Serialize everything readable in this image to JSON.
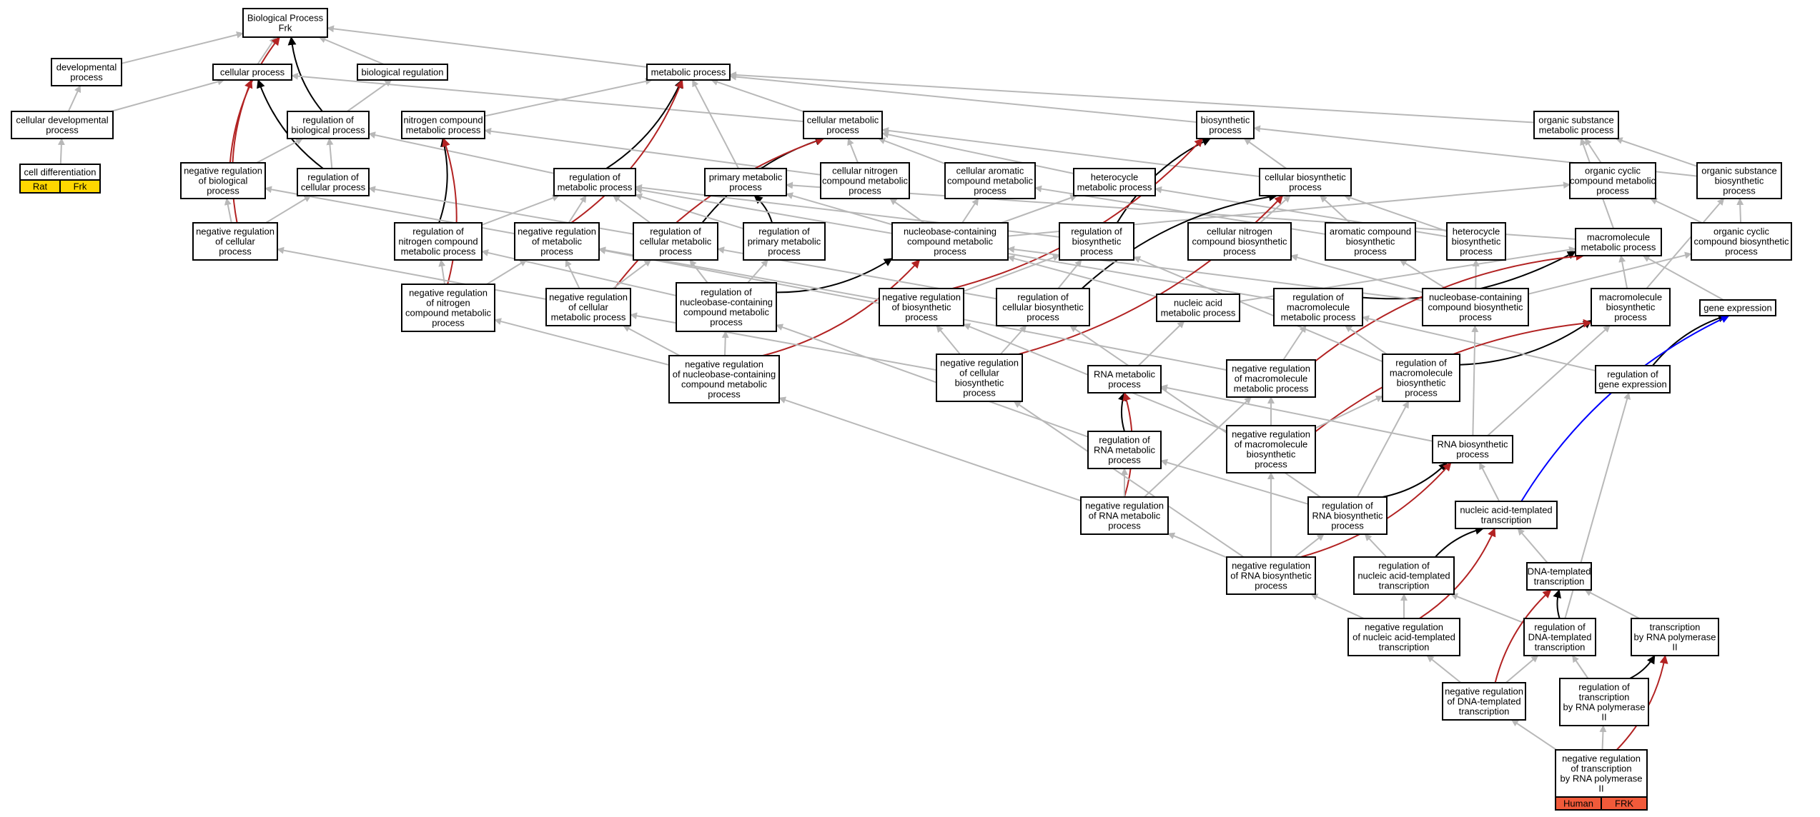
{
  "colors": {
    "is_a": "#b8b8b8",
    "part_of": "#000000",
    "negatively_regulates": "#b22222",
    "regulates": "#0000ff",
    "badge_yellow": "#ffd700",
    "badge_red": "#f15a3a"
  },
  "nodes": {
    "bp": {
      "lines": [
        "Biological Process",
        "Frk"
      ]
    },
    "dev": {
      "lines": [
        "developmental",
        "process"
      ]
    },
    "cellp": {
      "lines": [
        "cellular process"
      ]
    },
    "biorg": {
      "lines": [
        "biological regulation"
      ]
    },
    "cdp": {
      "lines": [
        "cellular developmental",
        "process"
      ]
    },
    "regbp": {
      "lines": [
        "regulation of",
        "biological process"
      ]
    },
    "celldiff": {
      "lines": [
        "cell differentiation"
      ],
      "badges": [
        "Rat",
        "Frk"
      ]
    },
    "nrbp": {
      "lines": [
        "negative regulation",
        "of biological",
        "process"
      ]
    },
    "rcp": {
      "lines": [
        "regulation of",
        "cellular process"
      ]
    },
    "nrcp": {
      "lines": [
        "negative regulation",
        "of cellular",
        "process"
      ]
    },
    "metp": {
      "lines": [
        "metabolic process"
      ]
    },
    "ncmp": {
      "lines": [
        "nitrogen compound",
        "metabolic process"
      ]
    },
    "cmp": {
      "lines": [
        "cellular metabolic",
        "process"
      ]
    },
    "rmp": {
      "lines": [
        "regulation of",
        "metabolic process"
      ]
    },
    "pmp": {
      "lines": [
        "primary metabolic",
        "process"
      ]
    },
    "cncmp": {
      "lines": [
        "cellular nitrogen",
        "compound metabolic",
        "process"
      ]
    },
    "camp": {
      "lines": [
        "cellular aromatic",
        "compound metabolic",
        "process"
      ]
    },
    "hmp": {
      "lines": [
        "heterocycle",
        "metabolic process"
      ]
    },
    "rncmp": {
      "lines": [
        "regulation of",
        "nitrogen compound",
        "metabolic process"
      ]
    },
    "nrmp": {
      "lines": [
        "negative regulation",
        "of metabolic",
        "process"
      ]
    },
    "rcmp": {
      "lines": [
        "regulation of",
        "cellular metabolic",
        "process"
      ]
    },
    "rpmp": {
      "lines": [
        "regulation of",
        "primary metabolic",
        "process"
      ]
    },
    "nrncmp": {
      "lines": [
        "negative regulation",
        "of nitrogen",
        "compound metabolic",
        "process"
      ]
    },
    "nrcmp": {
      "lines": [
        "negative regulation",
        "of cellular",
        "metabolic process"
      ]
    },
    "rnbcmp": {
      "lines": [
        "regulation of",
        "nucleobase-containing",
        "compound metabolic",
        "process"
      ]
    },
    "nrnbcmp": {
      "lines": [
        "negative regulation",
        "of nucleobase-containing",
        "compound metabolic",
        "process"
      ]
    },
    "biosyn": {
      "lines": [
        "biosynthetic",
        "process"
      ]
    },
    "osmp": {
      "lines": [
        "organic substance",
        "metabolic process"
      ]
    },
    "cbp": {
      "lines": [
        "cellular biosynthetic",
        "process"
      ]
    },
    "occmp": {
      "lines": [
        "organic cyclic",
        "compound metabolic",
        "process"
      ]
    },
    "osbp": {
      "lines": [
        "organic substance",
        "biosynthetic",
        "process"
      ]
    },
    "nbcmp": {
      "lines": [
        "nucleobase-containing",
        "compound metabolic",
        "process"
      ]
    },
    "rbp": {
      "lines": [
        "regulation of",
        "biosynthetic",
        "process"
      ]
    },
    "cncbp": {
      "lines": [
        "cellular nitrogen",
        "compound biosynthetic",
        "process"
      ]
    },
    "acbp": {
      "lines": [
        "aromatic compound",
        "biosynthetic",
        "process"
      ]
    },
    "hbp": {
      "lines": [
        "heterocycle",
        "biosynthetic",
        "process"
      ]
    },
    "mmp": {
      "lines": [
        "macromolecule",
        "metabolic process"
      ]
    },
    "occbp": {
      "lines": [
        "organic cyclic",
        "compound biosynthetic",
        "process"
      ]
    },
    "nrbsp": {
      "lines": [
        "negative regulation",
        "of biosynthetic",
        "process"
      ]
    },
    "rcbp": {
      "lines": [
        "regulation of",
        "cellular biosynthetic",
        "process"
      ]
    },
    "namp": {
      "lines": [
        "nucleic acid",
        "metabolic process"
      ]
    },
    "rmmp": {
      "lines": [
        "regulation of",
        "macromolecule",
        "metabolic process"
      ]
    },
    "nbccbp": {
      "lines": [
        "nucleobase-containing",
        "compound biosynthetic",
        "process"
      ]
    },
    "mbp": {
      "lines": [
        "macromolecule",
        "biosynthetic",
        "process"
      ]
    },
    "ge": {
      "lines": [
        "gene expression"
      ]
    },
    "nrcbp": {
      "lines": [
        "negative regulation",
        "of cellular",
        "biosynthetic",
        "process"
      ]
    },
    "rnamp": {
      "lines": [
        "RNA metabolic",
        "process"
      ]
    },
    "nrmmp": {
      "lines": [
        "negative regulation",
        "of macromolecule",
        "metabolic process"
      ]
    },
    "rmbp": {
      "lines": [
        "regulation of",
        "macromolecule",
        "biosynthetic",
        "process"
      ]
    },
    "rge": {
      "lines": [
        "regulation of",
        "gene expression"
      ]
    },
    "rrnamp": {
      "lines": [
        "regulation of",
        "RNA metabolic",
        "process"
      ]
    },
    "nrmbp": {
      "lines": [
        "negative regulation",
        "of macromolecule",
        "biosynthetic",
        "process"
      ]
    },
    "rnabp": {
      "lines": [
        "RNA biosynthetic",
        "process"
      ]
    },
    "nrrnamp": {
      "lines": [
        "negative regulation",
        "of RNA metabolic",
        "process"
      ]
    },
    "rrnabp": {
      "lines": [
        "regulation of",
        "RNA biosynthetic",
        "process"
      ]
    },
    "nat": {
      "lines": [
        "nucleic acid-templated",
        "transcription"
      ]
    },
    "nrrnabp": {
      "lines": [
        "negative regulation",
        "of RNA biosynthetic",
        "process"
      ]
    },
    "rnat": {
      "lines": [
        "regulation of",
        "nucleic acid-templated",
        "transcription"
      ]
    },
    "dtt": {
      "lines": [
        "DNA-templated",
        "transcription"
      ]
    },
    "nrnat": {
      "lines": [
        "negative regulation",
        "of nucleic acid-templated",
        "transcription"
      ]
    },
    "rdtt": {
      "lines": [
        "regulation of",
        "DNA-templated",
        "transcription"
      ]
    },
    "trp2": {
      "lines": [
        "transcription",
        "by RNA polymerase",
        "II"
      ]
    },
    "nrdtt": {
      "lines": [
        "negative regulation",
        "of DNA-templated",
        "transcription"
      ]
    },
    "rtrp2": {
      "lines": [
        "regulation of",
        "transcription",
        "by RNA polymerase",
        "II"
      ]
    },
    "nrtrp2": {
      "lines": [
        "negative regulation",
        "of transcription",
        "by RNA polymerase",
        "II"
      ],
      "badges": [
        "Human",
        "FRK"
      ]
    }
  },
  "edges": [
    [
      "dev",
      "bp",
      "is_a"
    ],
    [
      "cellp",
      "bp",
      "is_a"
    ],
    [
      "biorg",
      "bp",
      "is_a"
    ],
    [
      "metp",
      "bp",
      "is_a"
    ],
    [
      "cdp",
      "dev",
      "is_a"
    ],
    [
      "cdp",
      "cellp",
      "is_a"
    ],
    [
      "celldiff",
      "cdp",
      "is_a"
    ],
    [
      "regbp",
      "bp",
      "part_of"
    ],
    [
      "regbp",
      "biorg",
      "is_a"
    ],
    [
      "rcp",
      "cellp",
      "part_of"
    ],
    [
      "rcp",
      "regbp",
      "is_a"
    ],
    [
      "nrbp",
      "bp",
      "negatively_regulates"
    ],
    [
      "nrbp",
      "regbp",
      "is_a"
    ],
    [
      "nrcp",
      "cellp",
      "negatively_regulates"
    ],
    [
      "nrcp",
      "rcp",
      "is_a"
    ],
    [
      "nrcp",
      "nrbp",
      "is_a"
    ],
    [
      "cmp",
      "cellp",
      "is_a"
    ],
    [
      "cmp",
      "metp",
      "is_a"
    ],
    [
      "ncmp",
      "metp",
      "is_a"
    ],
    [
      "pmp",
      "metp",
      "is_a"
    ],
    [
      "osmp",
      "metp",
      "is_a"
    ],
    [
      "biosyn",
      "metp",
      "is_a"
    ],
    [
      "rmp",
      "metp",
      "part_of"
    ],
    [
      "rmp",
      "regbp",
      "is_a"
    ],
    [
      "cncmp",
      "cmp",
      "is_a"
    ],
    [
      "camp",
      "cmp",
      "is_a"
    ],
    [
      "hmp",
      "cmp",
      "is_a"
    ],
    [
      "cncmp",
      "ncmp",
      "is_a"
    ],
    [
      "rncmp",
      "ncmp",
      "part_of"
    ],
    [
      "rncmp",
      "rmp",
      "is_a"
    ],
    [
      "nrmp",
      "metp",
      "negatively_regulates"
    ],
    [
      "nrmp",
      "rmp",
      "is_a"
    ],
    [
      "nrmp",
      "nrbp",
      "is_a"
    ],
    [
      "rcmp",
      "cmp",
      "part_of"
    ],
    [
      "rcmp",
      "rmp",
      "is_a"
    ],
    [
      "rcmp",
      "rcp",
      "is_a"
    ],
    [
      "rpmp",
      "pmp",
      "part_of"
    ],
    [
      "rpmp",
      "rmp",
      "is_a"
    ],
    [
      "nrncmp",
      "ncmp",
      "negatively_regulates"
    ],
    [
      "nrncmp",
      "rncmp",
      "is_a"
    ],
    [
      "nrncmp",
      "nrmp",
      "is_a"
    ],
    [
      "nrcmp",
      "cmp",
      "negatively_regulates"
    ],
    [
      "nrcmp",
      "rcmp",
      "is_a"
    ],
    [
      "nrcmp",
      "nrmp",
      "is_a"
    ],
    [
      "nrcmp",
      "nrcp",
      "is_a"
    ],
    [
      "nbcmp",
      "cncmp",
      "is_a"
    ],
    [
      "nbcmp",
      "camp",
      "is_a"
    ],
    [
      "nbcmp",
      "hmp",
      "is_a"
    ],
    [
      "nbcmp",
      "pmp",
      "is_a"
    ],
    [
      "nbcmp",
      "occmp",
      "is_a"
    ],
    [
      "rnbcmp",
      "nbcmp",
      "part_of"
    ],
    [
      "rnbcmp",
      "rcmp",
      "is_a"
    ],
    [
      "rnbcmp",
      "rpmp",
      "is_a"
    ],
    [
      "rnbcmp",
      "rncmp",
      "is_a"
    ],
    [
      "nrnbcmp",
      "nbcmp",
      "negatively_regulates"
    ],
    [
      "nrnbcmp",
      "rnbcmp",
      "is_a"
    ],
    [
      "nrnbcmp",
      "nrcmp",
      "is_a"
    ],
    [
      "nrnbcmp",
      "nrncmp",
      "is_a"
    ],
    [
      "cbp",
      "biosyn",
      "is_a"
    ],
    [
      "cbp",
      "cmp",
      "is_a"
    ],
    [
      "occmp",
      "osmp",
      "is_a"
    ],
    [
      "osbp",
      "osmp",
      "is_a"
    ],
    [
      "osbp",
      "biosyn",
      "is_a"
    ],
    [
      "rbp",
      "biosyn",
      "part_of"
    ],
    [
      "rbp",
      "rmp",
      "is_a"
    ],
    [
      "cncbp",
      "cbp",
      "is_a"
    ],
    [
      "acbp",
      "cbp",
      "is_a"
    ],
    [
      "hbp",
      "cbp",
      "is_a"
    ],
    [
      "hbp",
      "hmp",
      "is_a"
    ],
    [
      "acbp",
      "camp",
      "is_a"
    ],
    [
      "mmp",
      "osmp",
      "is_a"
    ],
    [
      "mmp",
      "pmp",
      "is_a"
    ],
    [
      "occbp",
      "occmp",
      "is_a"
    ],
    [
      "occbp",
      "osbp",
      "is_a"
    ],
    [
      "nrbsp",
      "biosyn",
      "negatively_regulates"
    ],
    [
      "nrbsp",
      "rbp",
      "is_a"
    ],
    [
      "nrbsp",
      "nrmp",
      "is_a"
    ],
    [
      "rcbp",
      "cbp",
      "part_of"
    ],
    [
      "rcbp",
      "rbp",
      "is_a"
    ],
    [
      "rcbp",
      "rcmp",
      "is_a"
    ],
    [
      "namp",
      "nbcmp",
      "is_a"
    ],
    [
      "namp",
      "mmp",
      "is_a"
    ],
    [
      "rmmp",
      "mmp",
      "part_of"
    ],
    [
      "rmmp",
      "rmp",
      "is_a"
    ],
    [
      "nbccbp",
      "nbcmp",
      "is_a"
    ],
    [
      "nbccbp",
      "cncbp",
      "is_a"
    ],
    [
      "nbccbp",
      "acbp",
      "is_a"
    ],
    [
      "nbccbp",
      "hbp",
      "is_a"
    ],
    [
      "nbccbp",
      "occbp",
      "is_a"
    ],
    [
      "mbp",
      "mmp",
      "is_a"
    ],
    [
      "mbp",
      "osbp",
      "is_a"
    ],
    [
      "ge",
      "mmp",
      "is_a"
    ],
    [
      "nrcbp",
      "cbp",
      "negatively_regulates"
    ],
    [
      "nrcbp",
      "rcbp",
      "is_a"
    ],
    [
      "nrcbp",
      "nrbsp",
      "is_a"
    ],
    [
      "nrcbp",
      "nrcmp",
      "is_a"
    ],
    [
      "rnamp",
      "namp",
      "is_a"
    ],
    [
      "nrmmp",
      "mmp",
      "negatively_regulates"
    ],
    [
      "nrmmp",
      "rmmp",
      "is_a"
    ],
    [
      "nrmmp",
      "nrmp",
      "is_a"
    ],
    [
      "rmbp",
      "mbp",
      "part_of"
    ],
    [
      "rmbp",
      "rmmp",
      "is_a"
    ],
    [
      "rmbp",
      "rbp",
      "is_a"
    ],
    [
      "rge",
      "ge",
      "part_of"
    ],
    [
      "rge",
      "rmmp",
      "is_a"
    ],
    [
      "rrnamp",
      "rnamp",
      "part_of"
    ],
    [
      "rrnamp",
      "rnbcmp",
      "is_a"
    ],
    [
      "nrmbp",
      "mbp",
      "negatively_regulates"
    ],
    [
      "nrmbp",
      "rmbp",
      "is_a"
    ],
    [
      "nrmbp",
      "nrmmp",
      "is_a"
    ],
    [
      "nrmbp",
      "nrbsp",
      "is_a"
    ],
    [
      "rnabp",
      "rnamp",
      "is_a"
    ],
    [
      "rnabp",
      "nbccbp",
      "is_a"
    ],
    [
      "rnabp",
      "mbp",
      "is_a"
    ],
    [
      "nrrnamp",
      "rnamp",
      "negatively_regulates"
    ],
    [
      "nrrnamp",
      "rrnamp",
      "is_a"
    ],
    [
      "nrrnamp",
      "nrnbcmp",
      "is_a"
    ],
    [
      "nrrnamp",
      "nrmmp",
      "is_a"
    ],
    [
      "rrnabp",
      "rnabp",
      "part_of"
    ],
    [
      "rrnabp",
      "rrnamp",
      "is_a"
    ],
    [
      "rrnabp",
      "rmbp",
      "is_a"
    ],
    [
      "rrnabp",
      "rcbp",
      "is_a"
    ],
    [
      "nat",
      "rnabp",
      "is_a"
    ],
    [
      "nat",
      "ge",
      "regulates"
    ],
    [
      "nrrnabp",
      "rnabp",
      "negatively_regulates"
    ],
    [
      "nrrnabp",
      "rrnabp",
      "is_a"
    ],
    [
      "nrrnabp",
      "nrrnamp",
      "is_a"
    ],
    [
      "nrrnabp",
      "nrmbp",
      "is_a"
    ],
    [
      "nrrnabp",
      "nrcbp",
      "is_a"
    ],
    [
      "rnat",
      "nat",
      "part_of"
    ],
    [
      "rnat",
      "rrnabp",
      "is_a"
    ],
    [
      "dtt",
      "nat",
      "is_a"
    ],
    [
      "nrnat",
      "nat",
      "negatively_regulates"
    ],
    [
      "nrnat",
      "rnat",
      "is_a"
    ],
    [
      "nrnat",
      "nrrnabp",
      "is_a"
    ],
    [
      "rdtt",
      "dtt",
      "part_of"
    ],
    [
      "rdtt",
      "rnat",
      "is_a"
    ],
    [
      "rdtt",
      "rge",
      "is_a"
    ],
    [
      "trp2",
      "dtt",
      "is_a"
    ],
    [
      "nrdtt",
      "dtt",
      "negatively_regulates"
    ],
    [
      "nrdtt",
      "rdtt",
      "is_a"
    ],
    [
      "nrdtt",
      "nrnat",
      "is_a"
    ],
    [
      "rtrp2",
      "trp2",
      "part_of"
    ],
    [
      "rtrp2",
      "rdtt",
      "is_a"
    ],
    [
      "nrtrp2",
      "trp2",
      "negatively_regulates"
    ],
    [
      "nrtrp2",
      "rtrp2",
      "is_a"
    ],
    [
      "nrtrp2",
      "nrdtt",
      "is_a"
    ]
  ]
}
